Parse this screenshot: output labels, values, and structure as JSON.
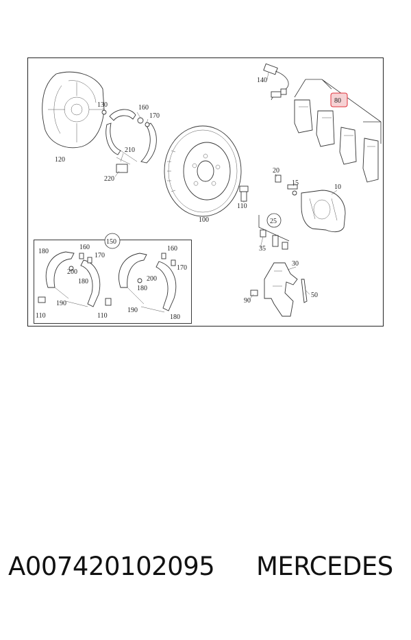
{
  "callouts": {
    "c10": "10",
    "c20": "20",
    "c25": "25",
    "c30": "30",
    "c35": "35",
    "c50": "50",
    "c80": "80",
    "c90": "90",
    "c100": "100",
    "c110a": "110",
    "c110b": "110",
    "c110c": "110",
    "c120": "120",
    "c130": "130",
    "c140": "140",
    "c15": "15",
    "c150": "150",
    "c160a": "160",
    "c160b": "160",
    "c160c": "160",
    "c170a": "170",
    "c170b": "170",
    "c170c": "170",
    "c180a": "180",
    "c180b": "180",
    "c180c": "180",
    "c180d": "180",
    "c190a": "190",
    "c190b": "190",
    "c200a": "200",
    "c200b": "200",
    "c210": "210",
    "c220": "220"
  },
  "highlight_color": "#e0303a",
  "footer": {
    "part_number": "A007420102095",
    "brand": "MERCEDES"
  }
}
